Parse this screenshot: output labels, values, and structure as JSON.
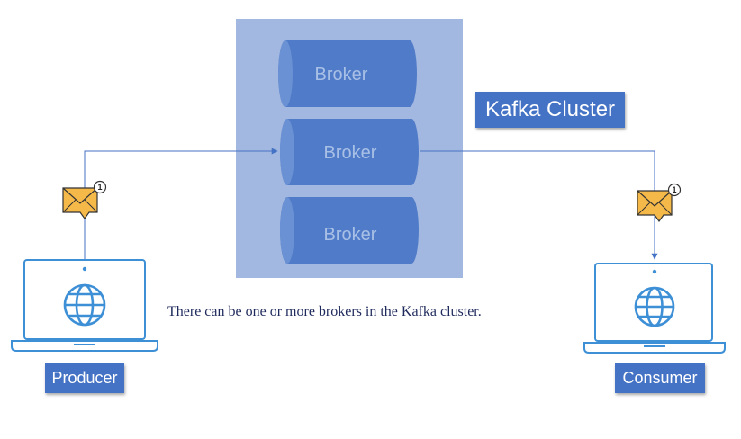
{
  "cluster": {
    "label": "Kafka Cluster",
    "brokers": [
      "Broker",
      "Broker",
      "Broker"
    ]
  },
  "producer": {
    "label": "Producer",
    "message_badge": "1"
  },
  "consumer": {
    "label": "Consumer",
    "message_badge": "1"
  },
  "caption": "There can be one or more brokers in the Kafka cluster.",
  "colors": {
    "cluster_background": "#a3b8e0",
    "broker_fill": "#4472c4",
    "label_fill": "#4472c4",
    "connector": "#4472c4",
    "laptop_outline": "#3d8fd6",
    "envelope": "#f5b94a"
  },
  "icons": [
    "envelope-notification-icon",
    "laptop-globe-icon"
  ]
}
